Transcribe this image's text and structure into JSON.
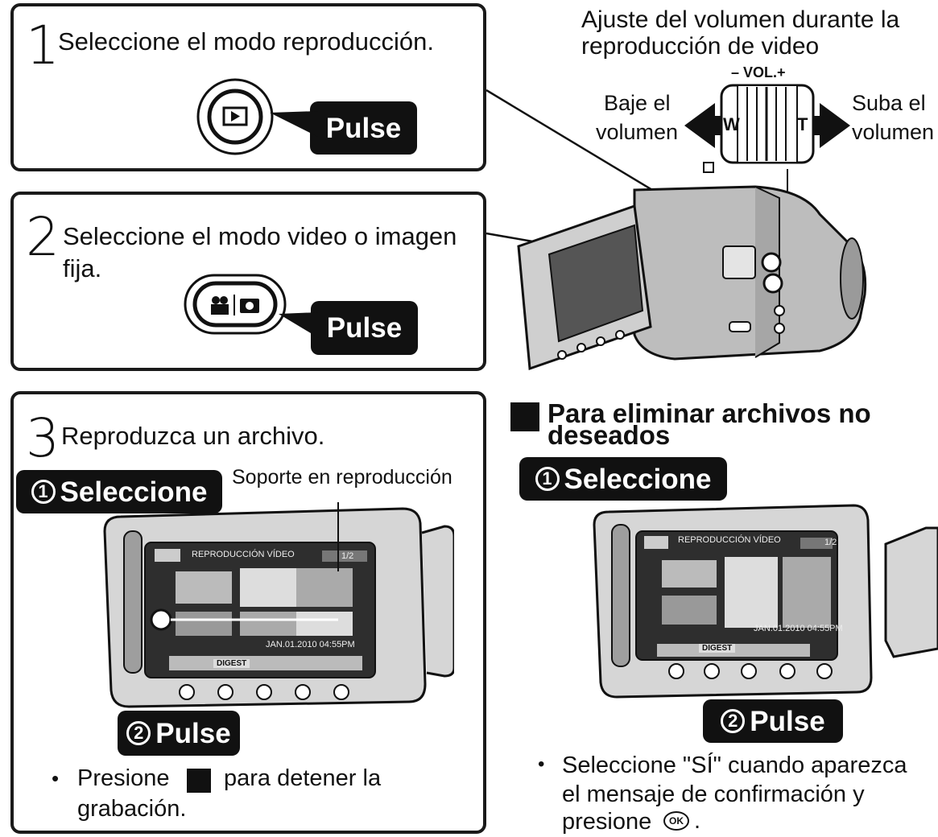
{
  "steps": [
    {
      "num": "1",
      "text": "Seleccione el modo reproducción.",
      "badge": "Pulse"
    },
    {
      "num": "2",
      "text_line1": "Seleccione el modo video o imagen",
      "text_line2": "fija.",
      "badge": "Pulse"
    },
    {
      "num": "3",
      "text": "Reproduzca un archivo.",
      "select_badge": "Seleccione",
      "select_num": "1",
      "press_badge": "Pulse",
      "press_num": "2",
      "support_label": "Soporte en reproducción",
      "bullet_line1_a": "Presione",
      "bullet_line1_b": "para detener la",
      "bullet_line2": "grabación."
    }
  ],
  "volume": {
    "title_line1": "Ajuste del volumen durante la",
    "title_line2": "reproducción de video",
    "vol_label": "– VOL.+",
    "w_label": "W",
    "t_label": "T",
    "down_line1": "Baje el",
    "down_line2": "volumen",
    "up_line1": "Suba el",
    "up_line2": "volumen"
  },
  "delete": {
    "title_line1": "Para eliminar archivos no",
    "title_line2": "deseados",
    "select_badge": "Seleccione",
    "select_num": "1",
    "press_badge": "Pulse",
    "press_num": "2",
    "bullet_line1": "Seleccione \"SÍ\" cuando aparezca",
    "bullet_line2": "el mensaje de confirmación y",
    "bullet_line3": "presione",
    "ok_icon_text": "OK"
  },
  "lcd": {
    "title": "REPRODUCCIÓN VÍDEO",
    "page": "1/2",
    "timestamp": "JAN.01.2010 04:55PM",
    "digest_label": "DIGEST"
  },
  "colors": {
    "ink": "#111111",
    "panel": "#d9d9d9",
    "screen": "#2b2b2b"
  }
}
